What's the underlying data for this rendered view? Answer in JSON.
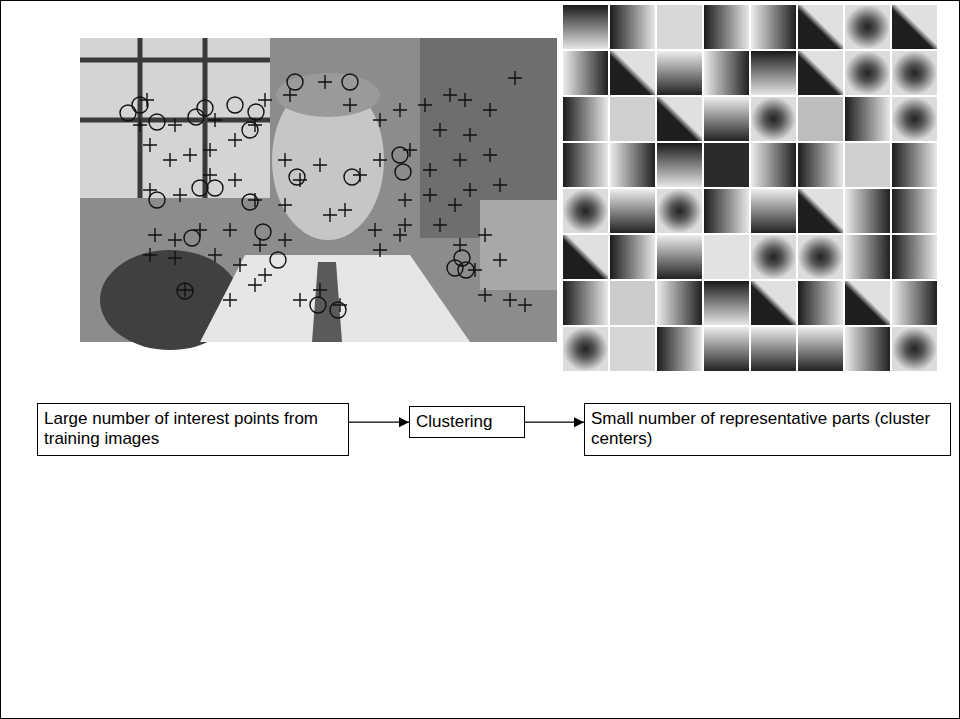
{
  "diagram": {
    "nodes": [
      {
        "text": [
          "Large number of interest points from training images"
        ]
      },
      {
        "text": [
          "Clustering"
        ]
      },
      {
        "text": [
          "Small number of representative parts (cluster centers)"
        ]
      }
    ],
    "edges": [
      {
        "from": 0,
        "to": 1,
        "arrow": "to"
      },
      {
        "from": 1,
        "to": 2,
        "arrow": "to"
      }
    ]
  }
}
